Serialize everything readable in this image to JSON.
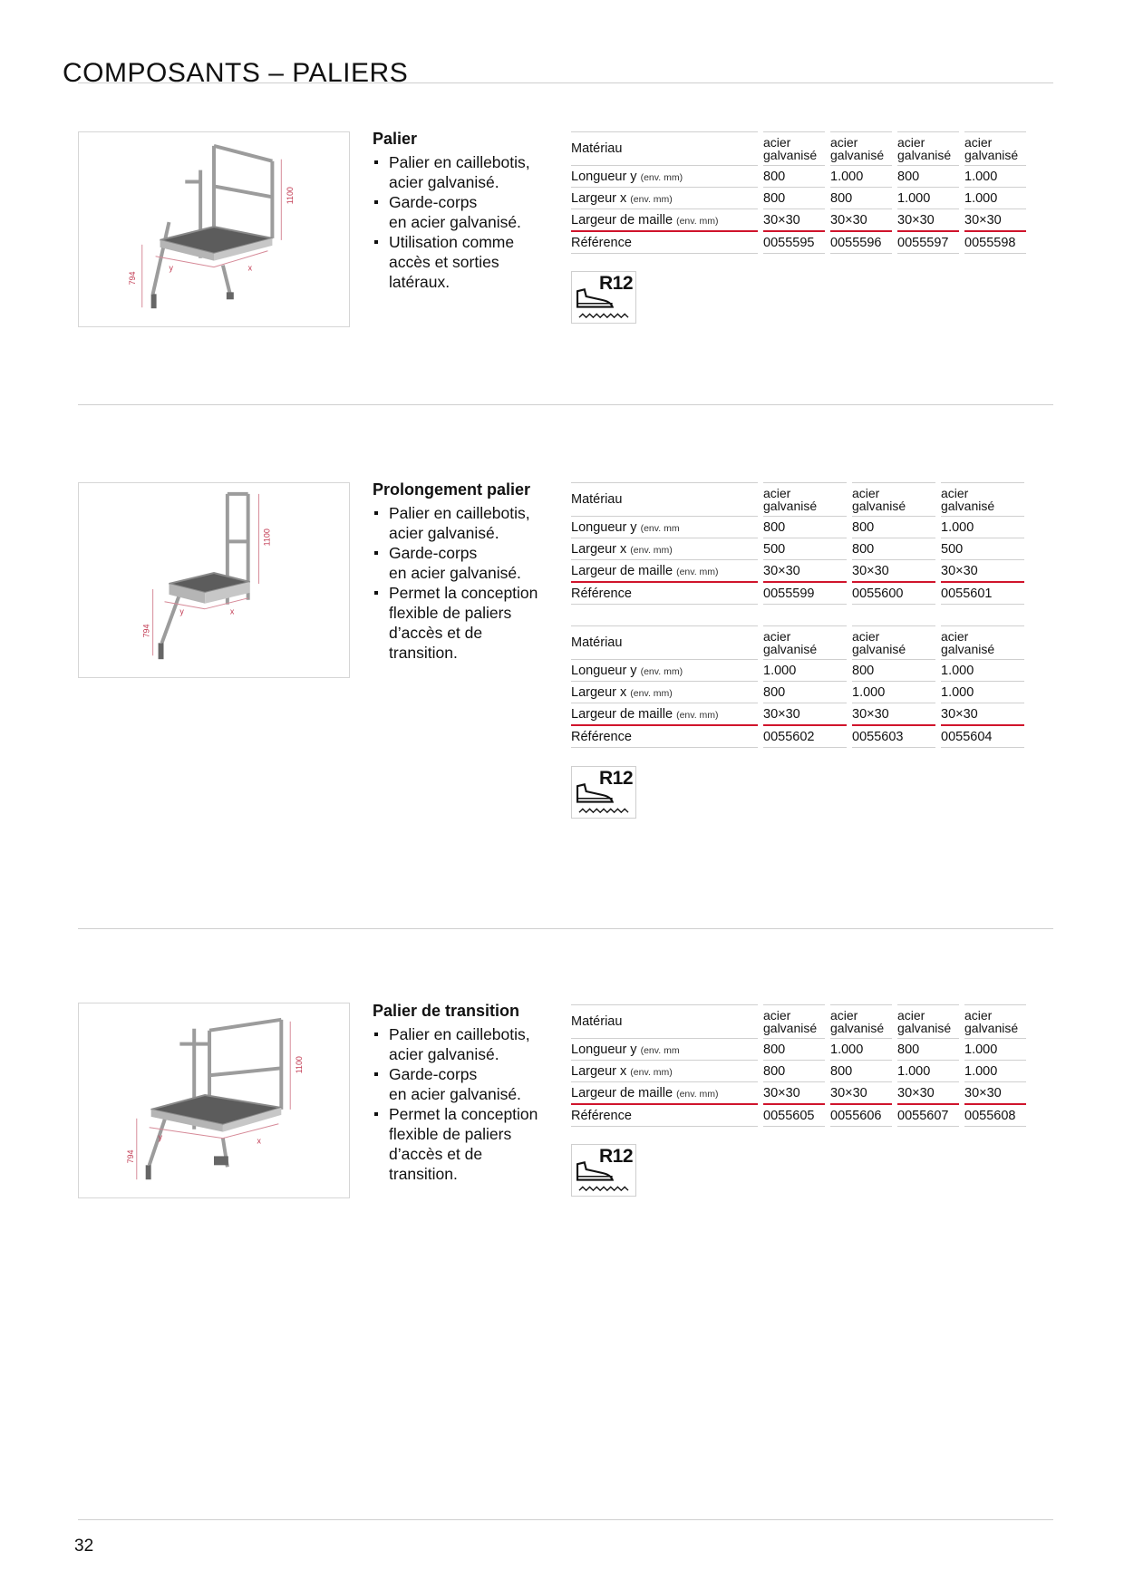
{
  "page": {
    "title": "COMPOSANTS – PALIERS",
    "number": "32"
  },
  "labels": {
    "materiau": "Matériau",
    "longueur": "Longueur y",
    "largeur": "Largeur x",
    "maille": "Largeur de maille",
    "reference": "Référence",
    "unit": "(env. mm)",
    "unit_short": "(env. mm",
    "r12": "R12"
  },
  "drawing_labels": {
    "height": "1100",
    "depth": "794",
    "y": "y",
    "x": "x"
  },
  "products": [
    {
      "title": "Palier",
      "bullets": [
        "Palier en caillebotis,\nacier galvanisé.",
        "Garde-corps\nen acier galvanisé.",
        "Utilisation comme\naccès et sorties\nlatéraux."
      ],
      "tables": [
        {
          "materiau": [
            "acier galvanisé",
            "acier galvanisé",
            "acier galvanisé",
            "acier galvanisé"
          ],
          "longueur": [
            "800",
            "1.000",
            "800",
            "1.000"
          ],
          "largeur": [
            "800",
            "800",
            "1.000",
            "1.000"
          ],
          "maille": [
            "30×30",
            "30×30",
            "30×30",
            "30×30"
          ],
          "reference": [
            "0055595",
            "0055596",
            "0055597",
            "0055598"
          ]
        }
      ]
    },
    {
      "title": "Prolongement palier",
      "bullets": [
        "Palier en caillebotis,\nacier galvanisé.",
        "Garde-corps\nen acier galvanisé.",
        "Permet la conception\nflexible de paliers\nd’accès et de\ntransition."
      ],
      "tables": [
        {
          "materiau": [
            "acier galvanisé",
            "acier galvanisé",
            "acier galvanisé"
          ],
          "longueur": [
            "800",
            "800",
            "1.000"
          ],
          "largeur": [
            "500",
            "800",
            "500"
          ],
          "maille": [
            "30×30",
            "30×30",
            "30×30"
          ],
          "reference": [
            "0055599",
            "0055600",
            "0055601"
          ]
        },
        {
          "materiau": [
            "acier galvanisé",
            "acier galvanisé",
            "acier galvanisé"
          ],
          "longueur": [
            "1.000",
            "800",
            "1.000"
          ],
          "largeur": [
            "800",
            "1.000",
            "1.000"
          ],
          "maille": [
            "30×30",
            "30×30",
            "30×30"
          ],
          "reference": [
            "0055602",
            "0055603",
            "0055604"
          ]
        }
      ]
    },
    {
      "title": "Palier de transition",
      "bullets": [
        "Palier en caillebotis,\nacier galvanisé.",
        "Garde-corps\nen acier galvanisé.",
        "Permet la conception\nflexible de paliers\nd’accès et de\ntransition."
      ],
      "tables": [
        {
          "materiau": [
            "acier galvanisé",
            "acier galvanisé",
            "acier galvanisé",
            "acier galvanisé"
          ],
          "longueur": [
            "800",
            "1.000",
            "800",
            "1.000"
          ],
          "largeur": [
            "800",
            "800",
            "1.000",
            "1.000"
          ],
          "maille": [
            "30×30",
            "30×30",
            "30×30",
            "30×30"
          ],
          "reference": [
            "0055605",
            "0055606",
            "0055607",
            "0055608"
          ]
        }
      ]
    }
  ],
  "colors": {
    "accent": "#d0142c",
    "rule": "#cfcfcf",
    "metal": "#a9a9a9",
    "grating": "#5c5c5c"
  }
}
